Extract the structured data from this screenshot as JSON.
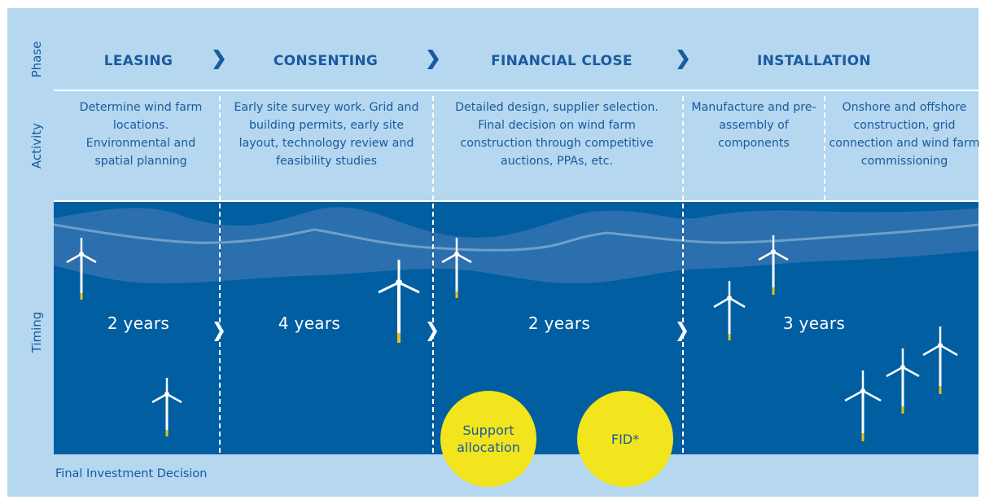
{
  "row_labels": {
    "phase": "Phase",
    "activity": "Activity",
    "timing": "Timing"
  },
  "phases": [
    "LEASING",
    "CONSENTING",
    "FINANCIAL CLOSE",
    "INSTALLATION"
  ],
  "activities": [
    "Determine wind farm locations. Environmental and spatial planning",
    "Early site survey work. Grid and building permits, early site layout, technology review and feasibility studies",
    "Detailed design, supplier selection. Final decision on wind farm construction through competitive auctions, PPAs, etc.",
    "Manufacture and pre-assembly of components",
    "Onshore and offshore construction, grid connection and wind farm commissioning"
  ],
  "durations": [
    "2 years",
    "4 years",
    "2 years",
    "3 years"
  ],
  "milestones": {
    "support": "Support allocation",
    "fid": "FID*"
  },
  "footnote": "Final Investment Decision",
  "colors": {
    "panel": "#b5d7ef",
    "text": "#1a5aa0",
    "timeline": "#005ea1",
    "wave": "#2b6fae",
    "milestone": "#f2e51d",
    "turbine_base": "#e8c21c"
  },
  "icons": [
    "chevron-right-icon",
    "wind-turbine-icon"
  ]
}
